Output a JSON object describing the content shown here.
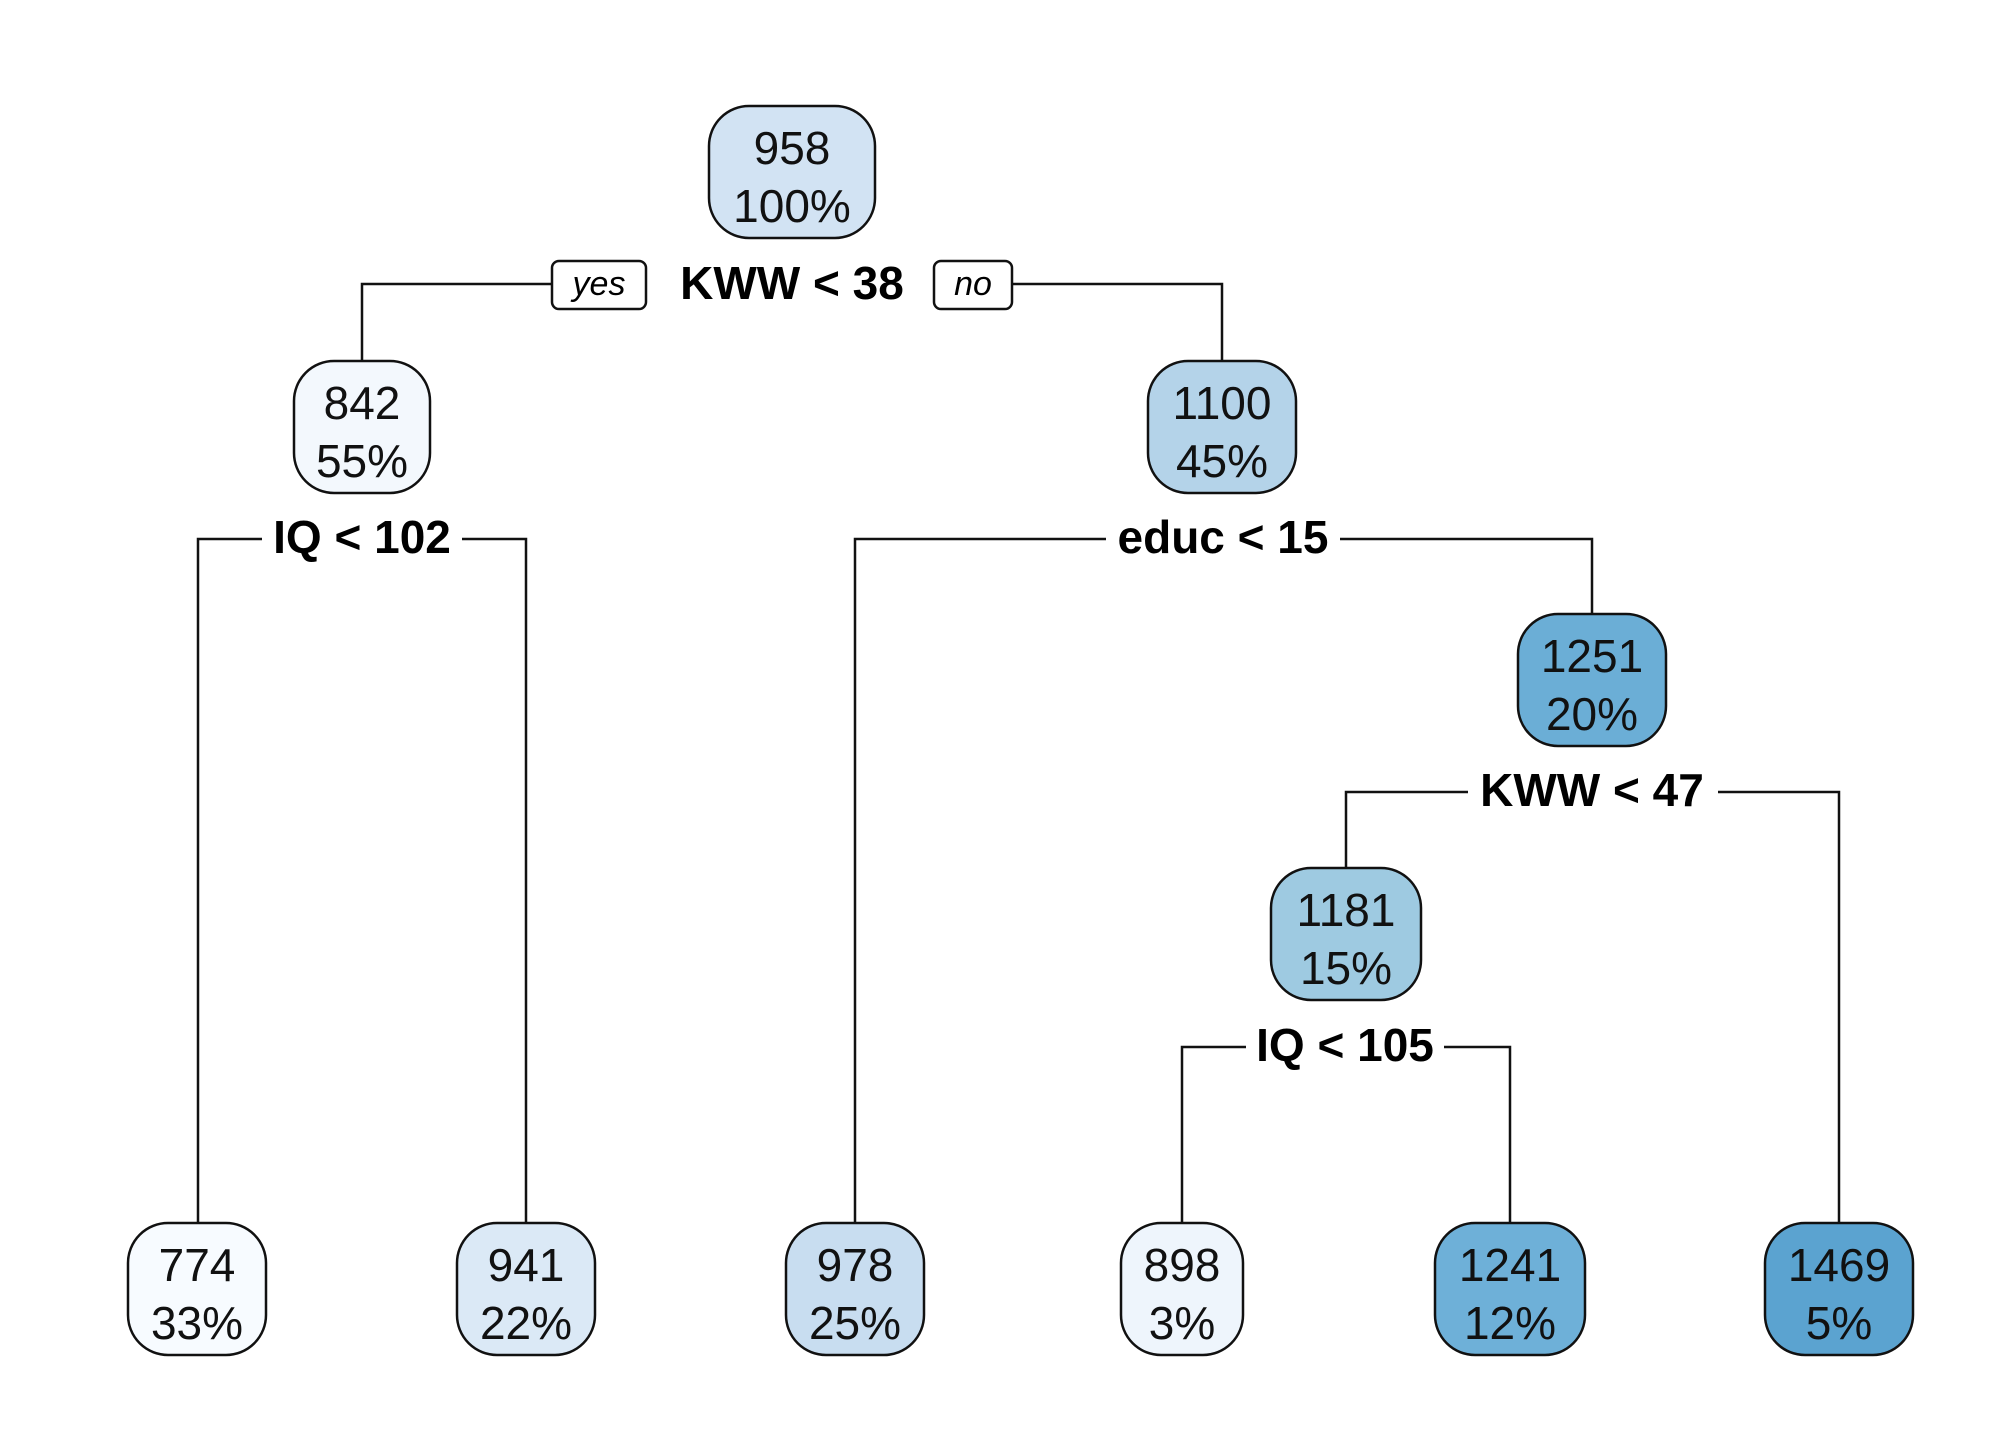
{
  "tree": {
    "branch_labels": {
      "left": "yes",
      "right": "no"
    },
    "nodes": [
      {
        "id": "n1",
        "value": "958",
        "percent": "100%",
        "color": "#d2e3f3",
        "split": "KWW < 38"
      },
      {
        "id": "n2",
        "value": "842",
        "percent": "55%",
        "color": "#f3f8fd",
        "split": "IQ < 102"
      },
      {
        "id": "n3",
        "value": "1100",
        "percent": "45%",
        "color": "#b4d3e9",
        "split": "educ < 15"
      },
      {
        "id": "n4",
        "value": "774",
        "percent": "33%",
        "color": "#f7fbff"
      },
      {
        "id": "n5",
        "value": "941",
        "percent": "22%",
        "color": "#dbe9f6"
      },
      {
        "id": "n6",
        "value": "978",
        "percent": "25%",
        "color": "#c8ddf0"
      },
      {
        "id": "n7",
        "value": "1251",
        "percent": "20%",
        "color": "#6baed6",
        "split": "KWW < 47"
      },
      {
        "id": "n14",
        "value": "1181",
        "percent": "15%",
        "color": "#9ecae1",
        "split": "IQ < 105"
      },
      {
        "id": "n15",
        "value": "1469",
        "percent": "5%",
        "color": "#5ba3d0"
      },
      {
        "id": "n28",
        "value": "898",
        "percent": "3%",
        "color": "#eef5fc"
      },
      {
        "id": "n29",
        "value": "1241",
        "percent": "12%",
        "color": "#6eb0d8"
      }
    ]
  }
}
